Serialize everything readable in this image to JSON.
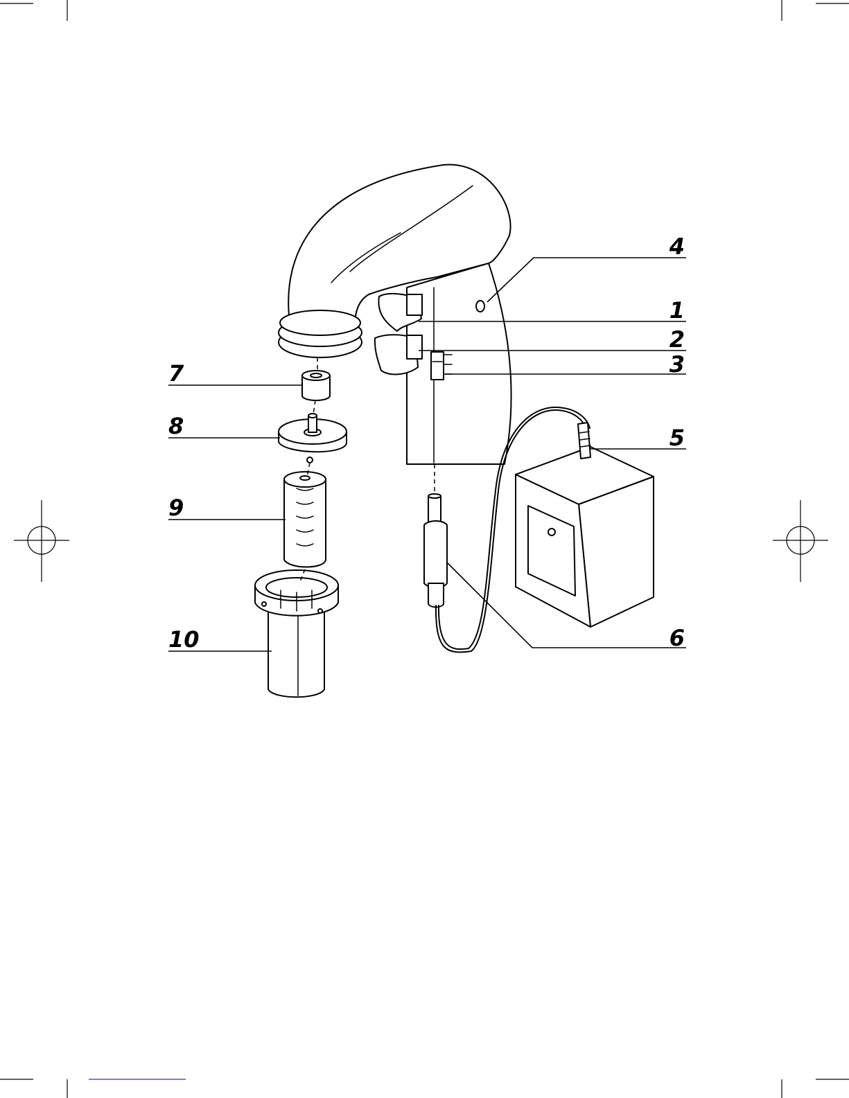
{
  "diagram": {
    "callouts": [
      {
        "id": "c1",
        "label": "1"
      },
      {
        "id": "c2",
        "label": "2"
      },
      {
        "id": "c3",
        "label": "3"
      },
      {
        "id": "c4",
        "label": "4"
      },
      {
        "id": "c5",
        "label": "5"
      },
      {
        "id": "c6",
        "label": "6"
      },
      {
        "id": "c7",
        "label": "7"
      },
      {
        "id": "c8",
        "label": "8"
      },
      {
        "id": "c9",
        "label": "9"
      },
      {
        "id": "c10",
        "label": "10"
      }
    ]
  },
  "colors": {
    "ink": "#000000",
    "paper": "#ffffff",
    "footer_link": "#2233cc"
  }
}
